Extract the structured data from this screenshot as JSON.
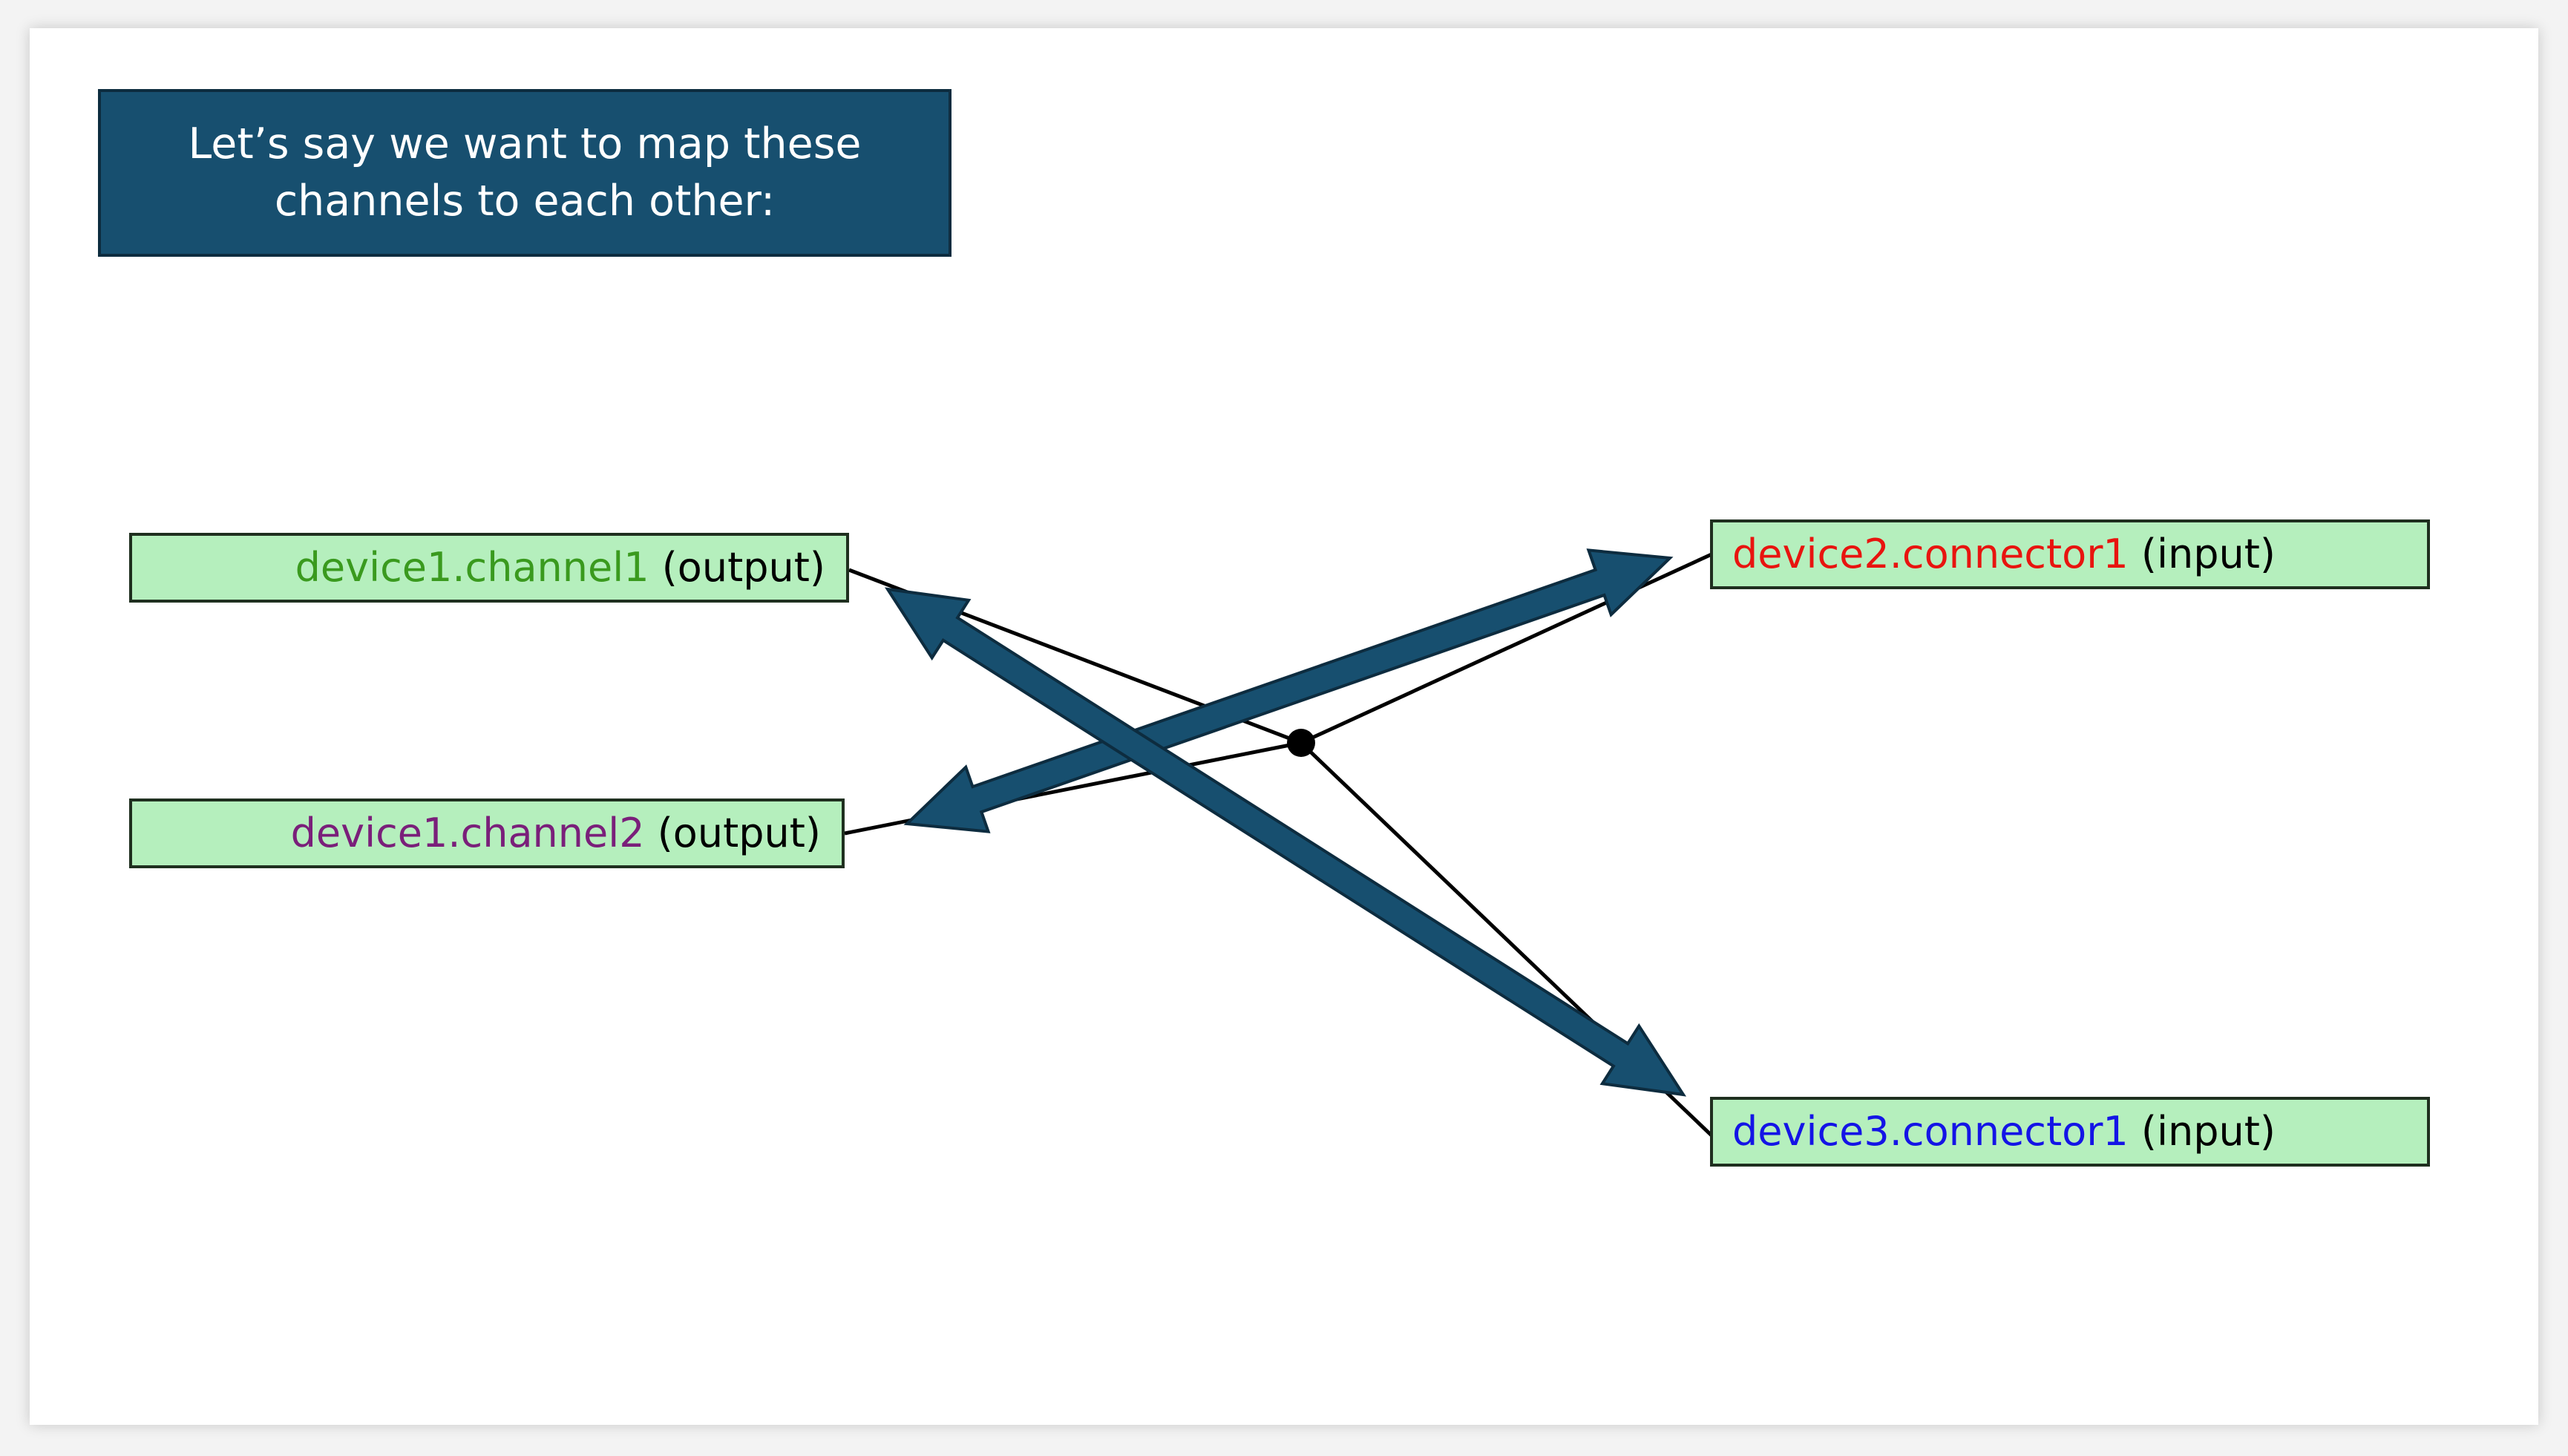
{
  "title": "Let’s say we want to map these\nchannels to each other:",
  "nodes": {
    "ch1": {
      "name": "device1.channel1",
      "suffix": " (output)",
      "color": "#3a9a1e"
    },
    "ch2": {
      "name": "device1.channel2",
      "suffix": " (output)",
      "color": "#7a1f7a"
    },
    "con2": {
      "name": "device2.connector1",
      "suffix": " (input)",
      "color": "#e8140f"
    },
    "con3": {
      "name": "device3.connector1",
      "suffix": " (input)",
      "color": "#1414e6"
    }
  },
  "colors": {
    "title_box": "#174f6f",
    "node_fill": "#b5efbd",
    "arrow": "#174f6f",
    "line": "#000000"
  }
}
